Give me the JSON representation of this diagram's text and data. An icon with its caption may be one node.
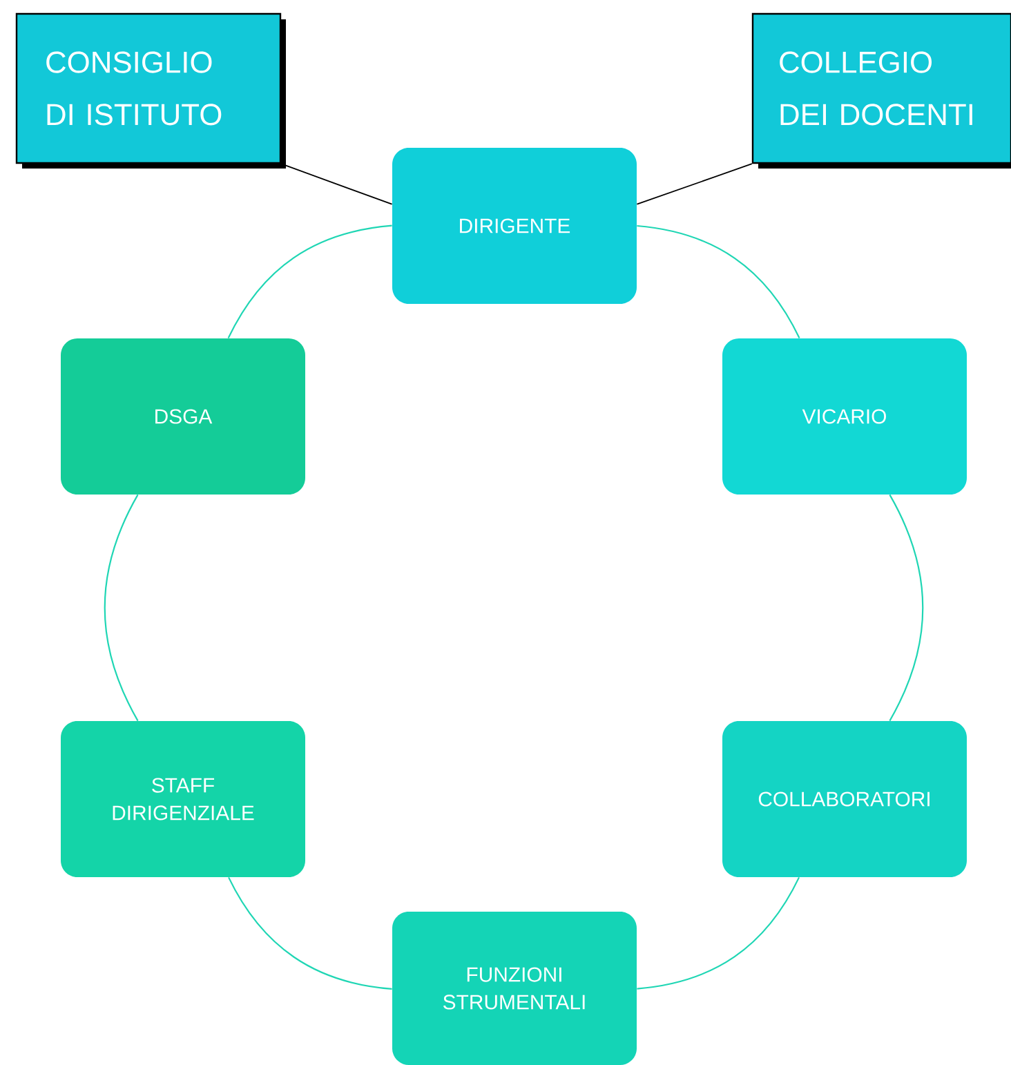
{
  "diagram": {
    "nodes": [
      {
        "text": [
          "CONSIGLIO DI ISTITUTO"
        ]
      },
      {
        "text": [
          "COLLEGIO DEI DOCENTI"
        ]
      },
      {
        "text": [
          "DIRIGENTE"
        ]
      },
      {
        "text": [
          "VICARIO"
        ]
      },
      {
        "text": [
          "COLLABORATORI"
        ]
      },
      {
        "text": [
          "FUNZIONI STRUMENTALI"
        ]
      },
      {
        "text": [
          "STAFF DIRIGENZIALE"
        ]
      },
      {
        "text": [
          "DSGA"
        ]
      }
    ],
    "edges": [
      {
        "from": 0,
        "to": 2,
        "arrow": "none",
        "color": "#000000"
      },
      {
        "from": 1,
        "to": 2,
        "arrow": "none",
        "color": "#000000"
      },
      {
        "from": 2,
        "to": 3,
        "arrow": "none"
      },
      {
        "from": 3,
        "to": 4,
        "arrow": "none"
      },
      {
        "from": 4,
        "to": 5,
        "arrow": "none"
      },
      {
        "from": 5,
        "to": 6,
        "arrow": "none"
      },
      {
        "from": 6,
        "to": 7,
        "arrow": "none"
      },
      {
        "from": 7,
        "to": 2,
        "arrow": "none"
      }
    ]
  }
}
